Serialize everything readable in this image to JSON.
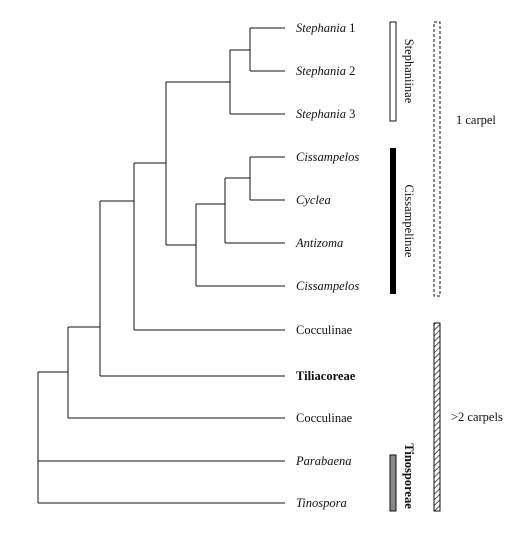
{
  "taxa": [
    {
      "name": "Stephania",
      "suffix": " 1",
      "italic": true,
      "bold": false
    },
    {
      "name": "Stephania",
      "suffix": " 2",
      "italic": true,
      "bold": false
    },
    {
      "name": "Stephania",
      "suffix": " 3",
      "italic": true,
      "bold": false
    },
    {
      "name": "Cissampelos",
      "suffix": "",
      "italic": true,
      "bold": false
    },
    {
      "name": "Cyclea",
      "suffix": "",
      "italic": true,
      "bold": false
    },
    {
      "name": "Antizoma",
      "suffix": "",
      "italic": true,
      "bold": false
    },
    {
      "name": "Cissampelos",
      "suffix": "",
      "italic": true,
      "bold": false
    },
    {
      "name": "Cocculinae",
      "suffix": "",
      "italic": false,
      "bold": false
    },
    {
      "name": "Tiliacoreae",
      "suffix": "",
      "italic": false,
      "bold": true
    },
    {
      "name": "Cocculinae",
      "suffix": "",
      "italic": false,
      "bold": false
    },
    {
      "name": "Parabaena",
      "suffix": "",
      "italic": true,
      "bold": false
    },
    {
      "name": "Tinospora",
      "suffix": "",
      "italic": true,
      "bold": false
    }
  ],
  "clades": [
    {
      "label": "Stephaniinae",
      "bar": "open",
      "bold": false
    },
    {
      "label": "Cissampelinae",
      "bar": "solid",
      "bold": false
    },
    {
      "label": "Tinosporeae",
      "bar": "gray",
      "bold": true
    }
  ],
  "character_states": [
    {
      "label": "1 carpel",
      "bar": "dashed"
    },
    {
      "label": ">2 carpels",
      "bar": "hatched"
    }
  ],
  "colors": {
    "line": "#111111",
    "solid_bar": "#000000",
    "gray_bar": "#888888",
    "hatch": "#555555"
  }
}
